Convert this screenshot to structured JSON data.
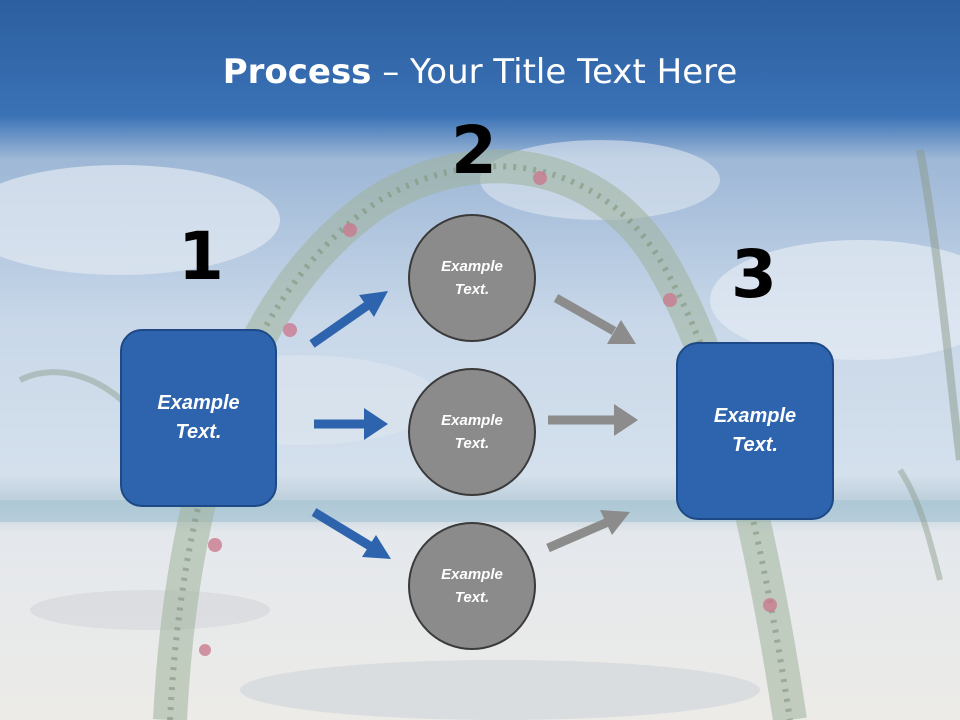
{
  "slide": {
    "title_bold": "Process",
    "title_rest": " – Your Title Text Here"
  },
  "steps": {
    "n1": "1",
    "n2": "2",
    "n3": "3"
  },
  "nodes": {
    "left_box": "Example\nText.",
    "circle_top": "Example\nText.",
    "circle_middle": "Example\nText.",
    "circle_bottom": "Example\nText.",
    "right_box": "Example\nText."
  },
  "colors": {
    "header_blue": "#2f64a8",
    "box_blue": "#2e64ad",
    "circle_gray": "#8b8b8b",
    "arrow_blue": "#2e64ad",
    "arrow_gray": "#8c8c8c"
  }
}
